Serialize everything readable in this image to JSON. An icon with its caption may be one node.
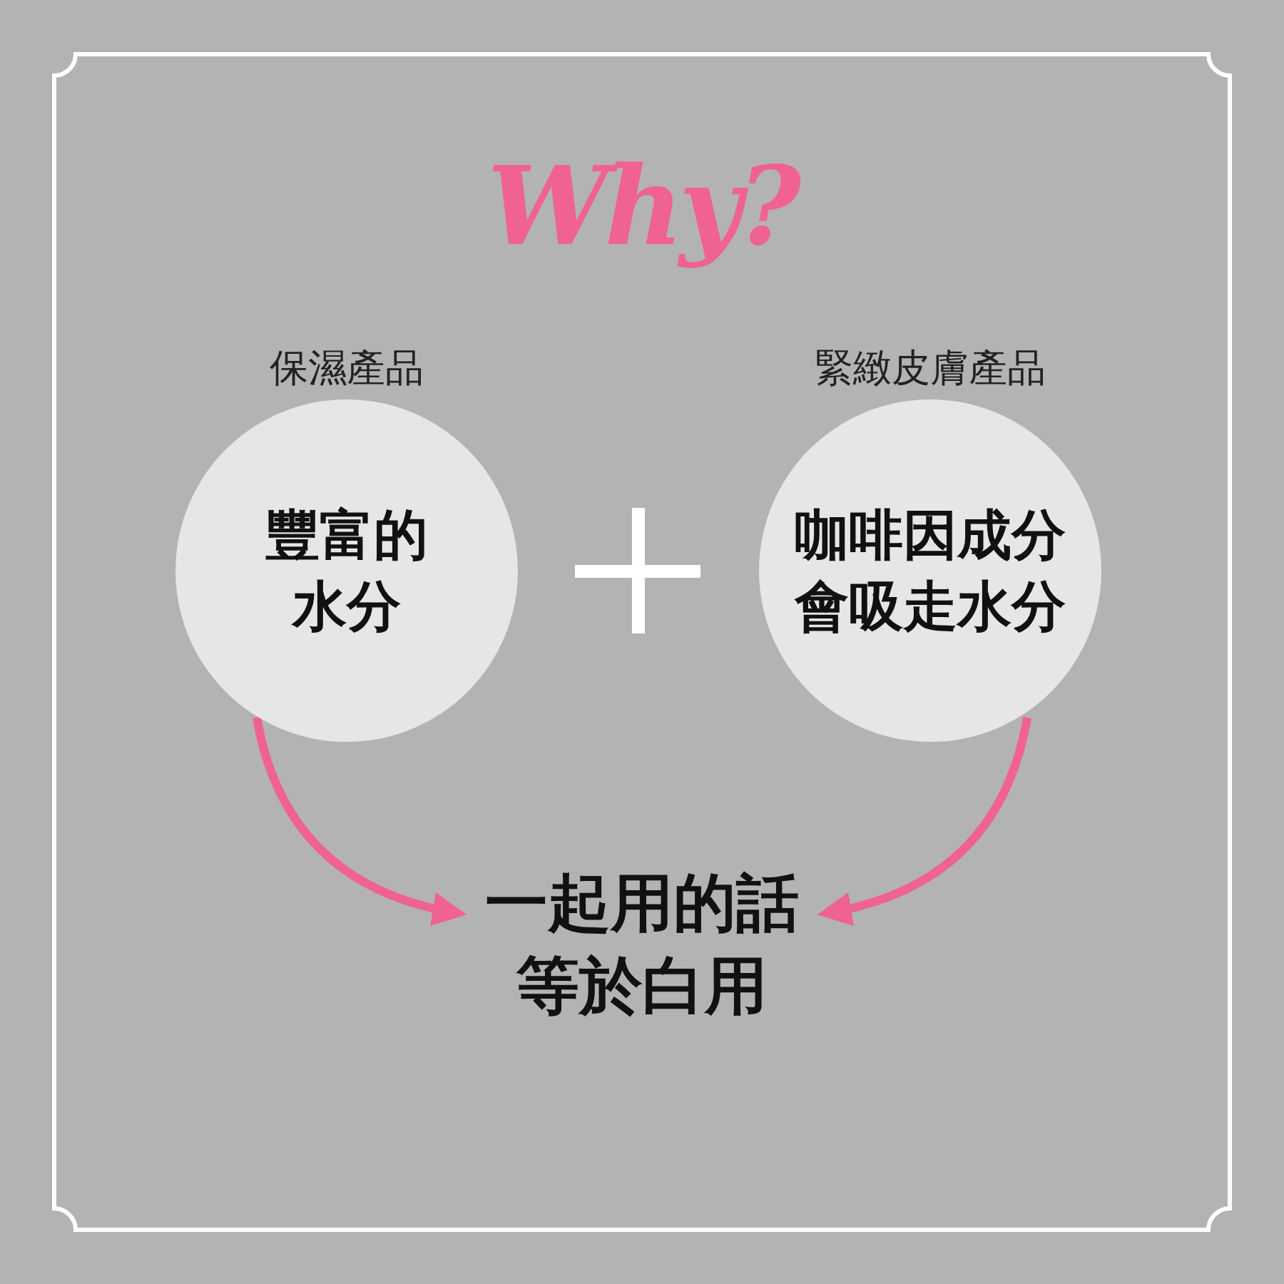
{
  "diagram": {
    "title": "Why?",
    "nodes": [
      {
        "text": [
          "保濕產品",
          "豐富的水分"
        ]
      },
      {
        "text": [
          "緊緻皮膚產品",
          "咖啡因成分會吸走水分"
        ]
      },
      {
        "text": [
          "一起用的話等於白用"
        ]
      }
    ],
    "edges": [
      {
        "from": 0,
        "to": 2,
        "arrow": "to"
      },
      {
        "from": 1,
        "to": 2,
        "arrow": "to"
      }
    ]
  }
}
